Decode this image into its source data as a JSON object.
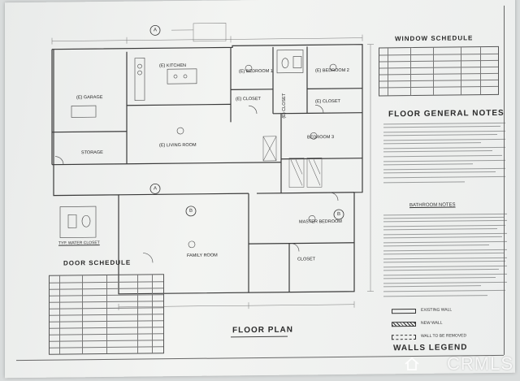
{
  "titles": {
    "window_schedule": "WINDOW SCHEDULE",
    "floor_general_notes": "FLOOR GENERAL NOTES",
    "bathroom_notes": "BATHROOM NOTES",
    "door_schedule": "DOOR SCHEDULE",
    "floor_plan": "FLOOR PLAN",
    "walls_legend": "WALLS LEGEND",
    "typ_water_closet": "TYP. WATER CLOSET"
  },
  "rooms": {
    "garage": "(E) GARAGE",
    "kitchen": "(E) KITCHEN",
    "bedroom_1": "(E) BEDROOM 1",
    "bedroom_2": "(E) BEDROOM 2",
    "closet_1": "(E) CLOSET",
    "closet_2": "(E) CLOSET",
    "closet_3": "(E) CLOSET",
    "living_room": "(E) LIVING ROOM",
    "storage": "STORAGE",
    "bedroom_3": "BEDROOM 3",
    "family_room": "FAMILY ROOM",
    "master_bedroom": "MASTER BEDROOM",
    "closet_master": "CLOSET"
  },
  "markers": {
    "a_top": "A",
    "a_left": "A",
    "b_mid": "B",
    "b_right": "B"
  },
  "legend": {
    "existing_wall": "EXISTING WALL",
    "new_wall": "NEW WALL",
    "wall_to_be_removed": "WALL TO BE REMOVED"
  },
  "watermark": "CRMLS"
}
